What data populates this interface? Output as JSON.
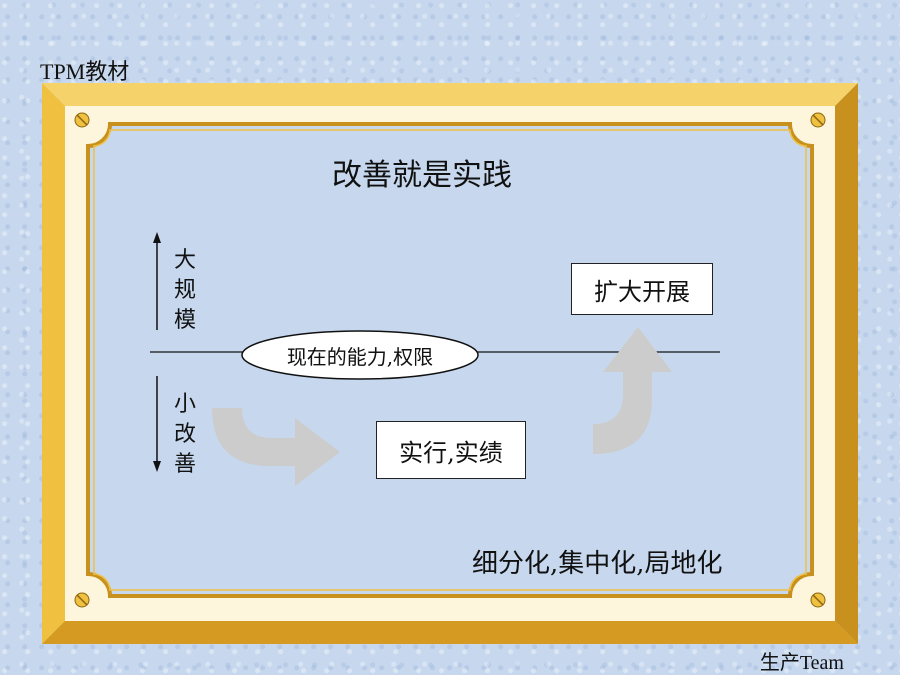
{
  "header": {
    "text": "TPM教材"
  },
  "footer": {
    "text": "生产Team"
  },
  "diagram": {
    "title": "改善就是实践",
    "axis_top_chars": [
      "大",
      "规",
      "模"
    ],
    "axis_bottom_chars": [
      "小",
      "改",
      "善"
    ],
    "center_label": "现在的能力,权限",
    "box_expand": "扩大开展",
    "box_execute": "实行,实绩",
    "bottom_text": "细分化,集中化,局地化"
  },
  "colors": {
    "background": "#c7d8ee",
    "frame_gold": "#f0c040",
    "frame_dark": "#c8901c",
    "arrow_gray": "#cccccc"
  }
}
